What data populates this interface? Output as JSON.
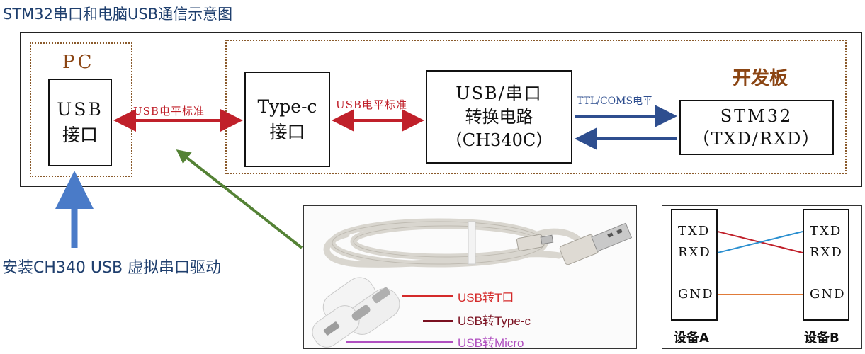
{
  "title": "STM32串口和电脑USB通信示意图",
  "pc": {
    "group_label": "PC",
    "usb_box": [
      "USB",
      "接口"
    ]
  },
  "board": {
    "group_label": "开发板"
  },
  "typec_box": [
    "Type-c",
    "接口"
  ],
  "converter_box": [
    "USB/串口",
    "转换电路",
    "（CH340C）"
  ],
  "stm32_box": [
    "STM32",
    "（TXD/RXD）"
  ],
  "links": {
    "usb_standard_1": "USB电平标准",
    "usb_standard_2": "USB电平标准",
    "ttl_level": "TTL/COMS电平"
  },
  "driver_note": "安装CH340 USB 虚拟串口驱动",
  "cable_legend": [
    {
      "label": "USB转T口",
      "color": "#d42a2a"
    },
    {
      "label": "USB转Type-c",
      "color": "#7a1020"
    },
    {
      "label": "USB转Micro",
      "color": "#b04fc0"
    }
  ],
  "crossover": {
    "device_a": {
      "name": "设备A",
      "pins": [
        "TXD",
        "RXD",
        "GND"
      ]
    },
    "device_b": {
      "name": "设备B",
      "pins": [
        "TXD",
        "RXD",
        "GND"
      ]
    },
    "colors": {
      "a_txd_to_b_rxd": "#c0202a",
      "a_rxd_to_b_txd": "#2a8fd0",
      "gnd": "#e07b39"
    }
  },
  "colors": {
    "red_arrow": "#c0202a",
    "blue_arrow": "#2e4e8f",
    "driver_arrow": "#4a7bc8",
    "green_arrow": "#548235"
  }
}
